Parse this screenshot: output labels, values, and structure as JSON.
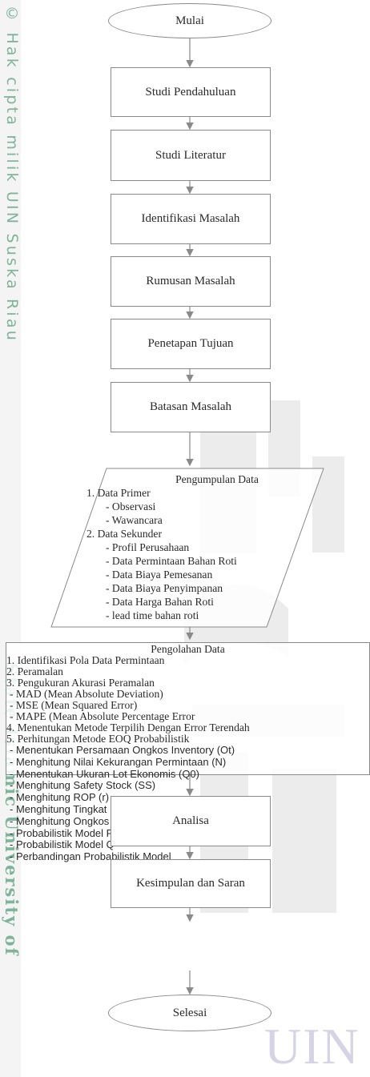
{
  "watermark": {
    "vertical_top": "© Hak cipta milik UIN Suska Riau",
    "vertical_bottom": "State Islamic University of",
    "bg_text": "UIN"
  },
  "flowchart": {
    "start": "Mulai",
    "steps": [
      "Studi Pendahuluan",
      "Studi Literatur",
      "Identifikasi Masalah",
      "Rumusan Masalah",
      "Penetapan Tujuan",
      "Batasan Masalah"
    ],
    "data_collection": {
      "title": "Pengumpulan Data",
      "primary": "1. Data Primer",
      "primary_items": [
        "- Observasi",
        "- Wawancara"
      ],
      "secondary": "2. Data Sekunder",
      "secondary_items": [
        "- Profil Perusahaan",
        "- Data Permintaan Bahan Roti",
        "- Data Biaya Pemesanan",
        "- Data Biaya Penyimpanan",
        "- Data Harga Bahan Roti",
        "- lead time bahan roti"
      ]
    },
    "processing": {
      "title": "Pengolahan Data",
      "item1": "1. Identifikasi Pola Data Permintaan",
      "item2": "2. Peramalan",
      "item3": "3. Pengukuran Akurasi Peramalan",
      "item3_subs": [
        "- MAD (Mean Absolute Deviation)",
        "- MSE (Mean Squared Error)",
        "- MAPE (Mean Absolute Percentage Error"
      ],
      "item4": "4. Menentukan Metode Terpilih Dengan Error Terendah",
      "item5": "5. Perhitungan Metode EOQ Probabilistik",
      "item5_subs": [
        "- Menentukan Persamaan Ongkos Inventory (Ot)",
        "- Menghitung Nilai Kekurangan Permintaan (N)",
        "- Menentukan Ukuran Lot Ekonomis (Q0)",
        "- Menghitung Safety Stock (SS)",
        "- Menghitung ROP (r)",
        "- Menghitung Tingkat Pelayanan ()",
        "- Menghitung Ongkos Total (OT)",
        "- Probabilistik Model P",
        "- Probabilistik Model Q",
        "- Perbandingan Probabilistik Model"
      ]
    },
    "analysis": "Analisa",
    "conclusion": "Kesimpulan dan Saran",
    "end": "Selesai"
  }
}
